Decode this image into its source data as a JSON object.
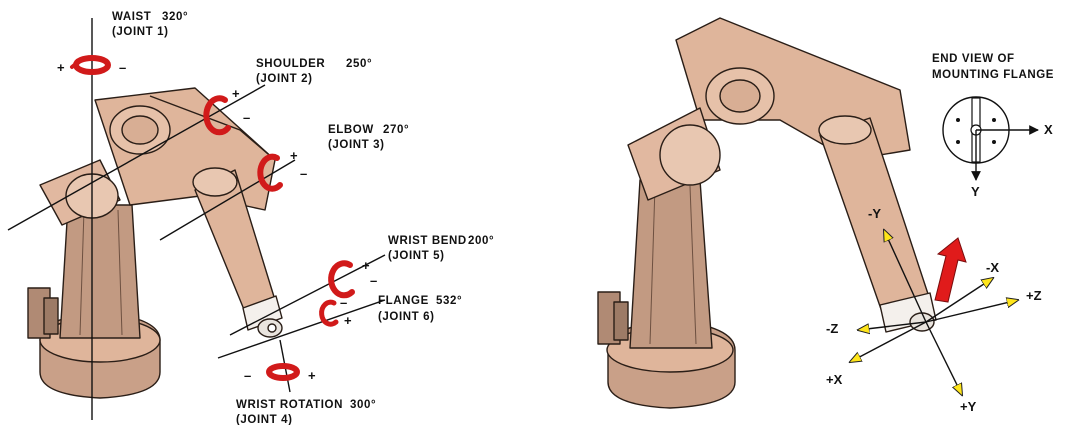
{
  "colors": {
    "robot_body": "#dfb59b",
    "robot_shadow": "#c89f86",
    "robot_dark": "#8f6a57",
    "outline": "#2a1e17",
    "rotation_arrow": "#d11a1a",
    "axis_arrow": "#ffe51a",
    "motion_arrow": "#e01b1b"
  },
  "left_panel": {
    "joints": [
      {
        "name": "WAIST",
        "angle": "320°",
        "joint": "(JOINT 1)",
        "plus": "+",
        "minus": "–"
      },
      {
        "name": "SHOULDER",
        "angle": "250°",
        "joint": "(JOINT 2)",
        "plus": "+",
        "minus": "–"
      },
      {
        "name": "ELBOW",
        "angle": "270°",
        "joint": "(JOINT 3)",
        "plus": "+",
        "minus": "–"
      },
      {
        "name": "WRIST BEND",
        "angle": "200°",
        "joint": "(JOINT 5)",
        "plus": "+",
        "minus": "–"
      },
      {
        "name": "FLANGE",
        "angle": "532°",
        "joint": "(JOINT 6)",
        "plus": "+",
        "minus": "–"
      },
      {
        "name": "WRIST ROTATION",
        "angle": "300°",
        "joint": "(JOINT 4)",
        "plus": "+",
        "minus": "–"
      }
    ]
  },
  "right_panel": {
    "end_view_title_line1": "END VIEW OF",
    "end_view_title_line2": "MOUNTING FLANGE",
    "end_view_x": "X",
    "end_view_y": "Y",
    "axes": {
      "neg_y": "-Y",
      "pos_y": "+Y",
      "neg_x": "-X",
      "pos_x": "+X",
      "neg_z": "-Z",
      "pos_z": "+Z"
    }
  }
}
